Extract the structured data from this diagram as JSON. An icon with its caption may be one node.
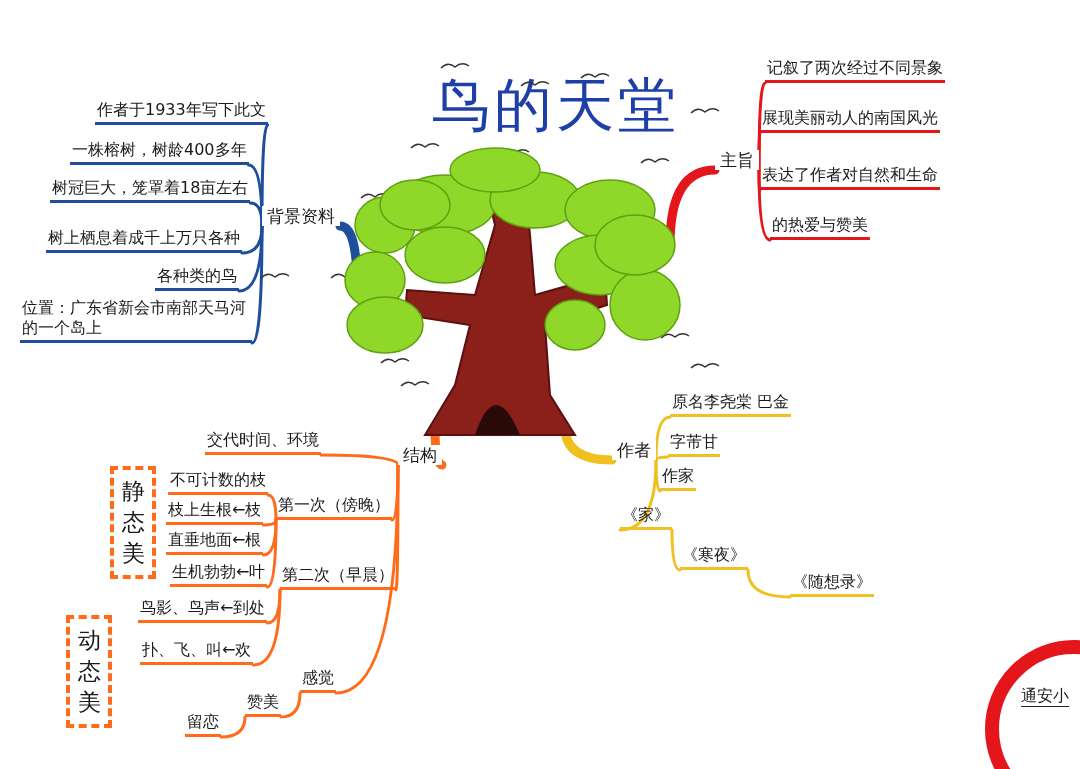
{
  "diagram": {
    "title": "鸟的天堂",
    "nodes": [
      {
        "text": [],
        "shape": "picture"
      },
      {
        "text": [
          "背景资料"
        ]
      },
      {
        "text": [
          "作者于1933年写下此文"
        ]
      },
      {
        "text": [
          "一株榕树，树龄400多年"
        ]
      },
      {
        "text": [
          "树冠巨大，笼罩着18亩左右"
        ]
      },
      {
        "text": [
          "树上栖息着成千上万只各种"
        ]
      },
      {
        "text": [
          "各种类的鸟"
        ]
      },
      {
        "text": [
          "位置：广东省新会市南部天马河的一个岛上"
        ]
      },
      {
        "text": [
          "主旨"
        ]
      },
      {
        "text": [
          "记叙了两次经过不同景象"
        ]
      },
      {
        "text": [
          "展现美丽动人的南国风光"
        ]
      },
      {
        "text": [
          "表达了作者对自然和生命"
        ]
      },
      {
        "text": [
          "的热爱与赞美"
        ]
      },
      {
        "text": [
          "作者"
        ]
      },
      {
        "text": [
          "原名李尧棠 巴金"
        ]
      },
      {
        "text": [
          "字芾甘"
        ]
      },
      {
        "text": [
          "作家"
        ]
      },
      {
        "text": [
          "《家》"
        ]
      },
      {
        "text": [
          "《寒夜》"
        ]
      },
      {
        "text": [
          "《随想录》"
        ]
      },
      {
        "text": [
          "结构"
        ]
      },
      {
        "text": [
          "交代时间、环境"
        ]
      },
      {
        "text": [
          "第一次（傍晚）"
        ]
      },
      {
        "text": [
          "不可计数的枝"
        ]
      },
      {
        "text": [
          "枝上生根←枝"
        ]
      },
      {
        "text": [
          "直垂地面←根"
        ]
      },
      {
        "text": [
          "生机勃勃←叶"
        ]
      },
      {
        "text": [
          "第二次（早晨）"
        ]
      },
      {
        "text": [
          "鸟影、鸟声←到处"
        ]
      },
      {
        "text": [
          "扑、飞、叫←欢"
        ]
      },
      {
        "text": [
          "感觉"
        ]
      },
      {
        "text": [
          "赞美"
        ]
      },
      {
        "text": [
          "留恋"
        ]
      },
      {
        "text": [
          "静态美"
        ]
      },
      {
        "text": [
          "动态美"
        ]
      },
      {
        "text": [
          "通安小"
        ]
      }
    ],
    "edges": [
      {
        "from": 0,
        "to": 1,
        "arrow": "none",
        "style": "thick",
        "color": "#1f4e9c"
      },
      {
        "from": 1,
        "to": 2,
        "arrow": "none",
        "color": "#1f4e9c"
      },
      {
        "from": 1,
        "to": 3,
        "arrow": "none",
        "color": "#1f4e9c"
      },
      {
        "from": 1,
        "to": 4,
        "arrow": "none",
        "color": "#1f4e9c"
      },
      {
        "from": 1,
        "to": 5,
        "arrow": "none",
        "color": "#1f4e9c"
      },
      {
        "from": 1,
        "to": 6,
        "arrow": "none",
        "color": "#1f4e9c"
      },
      {
        "from": 1,
        "to": 7,
        "arrow": "none",
        "color": "#1f4e9c"
      },
      {
        "from": 0,
        "to": 8,
        "arrow": "none",
        "style": "thick",
        "color": "#e3161b"
      },
      {
        "from": 8,
        "to": 9,
        "arrow": "none",
        "color": "#e3161b"
      },
      {
        "from": 8,
        "to": 10,
        "arrow": "none",
        "color": "#e3161b"
      },
      {
        "from": 8,
        "to": 11,
        "arrow": "none",
        "color": "#e3161b"
      },
      {
        "from": 8,
        "to": 12,
        "arrow": "none",
        "color": "#e3161b"
      },
      {
        "from": 0,
        "to": 13,
        "arrow": "none",
        "style": "thick",
        "color": "#f0c020"
      },
      {
        "from": 13,
        "to": 14,
        "arrow": "none",
        "color": "#f0c020"
      },
      {
        "from": 13,
        "to": 15,
        "arrow": "none",
        "color": "#f0c020"
      },
      {
        "from": 13,
        "to": 16,
        "arrow": "none",
        "color": "#f0c020"
      },
      {
        "from": 13,
        "to": 17,
        "arrow": "none",
        "color": "#f0c020"
      },
      {
        "from": 17,
        "to": 18,
        "arrow": "none",
        "color": "#f0c020"
      },
      {
        "from": 18,
        "to": 19,
        "arrow": "none",
        "color": "#f0c020"
      },
      {
        "from": 0,
        "to": 20,
        "arrow": "none",
        "style": "thick"
      },
      {
        "from": 20,
        "to": 21,
        "arrow": "none"
      },
      {
        "from": 20,
        "to": 22,
        "arrow": "none"
      },
      {
        "from": 22,
        "to": 23,
        "arrow": "none"
      },
      {
        "from": 22,
        "to": 24,
        "arrow": "none"
      },
      {
        "from": 22,
        "to": 25,
        "arrow": "none"
      },
      {
        "from": 22,
        "to": 26,
        "arrow": "none"
      },
      {
        "from": 20,
        "to": 27,
        "arrow": "none"
      },
      {
        "from": 27,
        "to": 28,
        "arrow": "none"
      },
      {
        "from": 27,
        "to": 29,
        "arrow": "none"
      },
      {
        "from": 20,
        "to": 30,
        "arrow": "none"
      },
      {
        "from": 30,
        "to": 31,
        "arrow": "none"
      },
      {
        "from": 31,
        "to": 32,
        "arrow": "none"
      }
    ]
  }
}
